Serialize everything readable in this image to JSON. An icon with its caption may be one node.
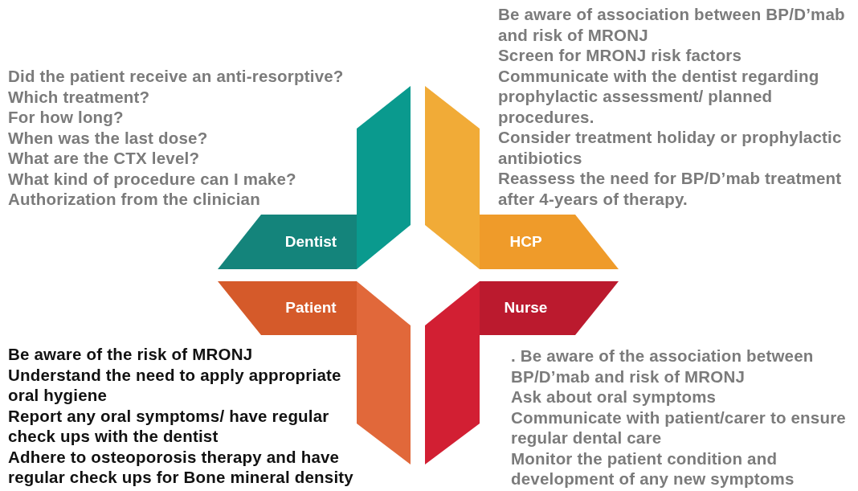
{
  "diagram": {
    "nodes": [
      {
        "text": [
          "Dentist"
        ],
        "beside": [
          "Did the patient receive an anti-resorptive?",
          "Which treatment?",
          "For how long?",
          "When was the last dose?",
          "What are the CTX level?",
          "What kind of procedure can I make?",
          "Authorization from the clinician"
        ]
      },
      {
        "text": [
          "HCP"
        ],
        "beside": [
          "Be aware of association between BP/D’mab and risk of MRONJ",
          "Screen for MRONJ risk factors",
          "Communicate with the dentist regarding prophylactic assessment/ planned procedures.",
          "Consider treatment holiday or prophylactic antibiotics",
          "Reassess the need for BP/D’mab treatment after 4-years of therapy."
        ]
      },
      {
        "text": [
          "Patient"
        ],
        "beside": [
          "Be aware of the risk of MRONJ",
          "Understand the need to apply appropriate oral hygiene",
          "Report any oral symptoms/ have regular check ups with the dentist",
          "Adhere to osteoporosis therapy and have regular check ups for Bone mineral density"
        ]
      },
      {
        "text": [
          "Nurse"
        ],
        "beside": [
          ". Be aware of the association between BP/D’mab and risk of MRONJ",
          "Ask about oral symptoms",
          "Communicate with patient/carer to ensure regular dental care",
          "Monitor the patient condition and development of any new symptoms"
        ]
      }
    ],
    "edges": []
  }
}
